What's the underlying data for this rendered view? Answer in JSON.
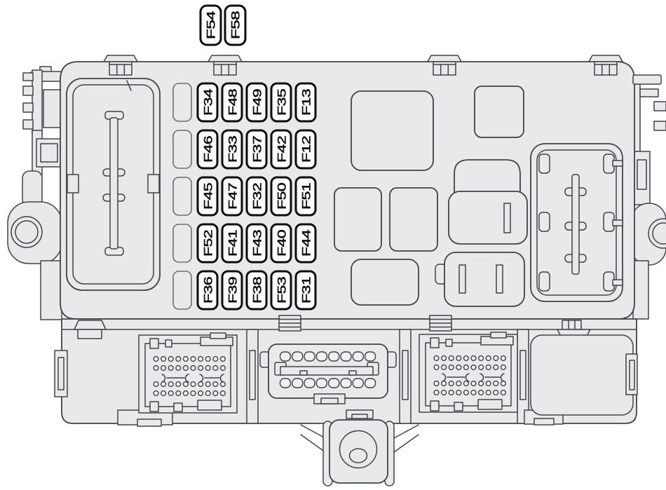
{
  "fuse_box": {
    "top_fuses": [
      "F54",
      "F58"
    ],
    "grid": [
      [
        "F34",
        "F48",
        "F49",
        "F35",
        "F13"
      ],
      [
        "F46",
        "F33",
        "F37",
        "F42",
        "F12"
      ],
      [
        "F45",
        "F47",
        "F32",
        "F50",
        "F51"
      ],
      [
        "F52",
        "F41",
        "F43",
        "F40",
        "F44"
      ],
      [
        "F36",
        "F39",
        "F38",
        "F53",
        "F31"
      ]
    ],
    "empty_slot_count": 5
  },
  "colors": {
    "page_bg": "#ffffff",
    "body_fill": "#e8e9eb",
    "line": "#3f444a",
    "fuse_border": "#0d0d0d",
    "fuse_fill": "#fdfdfd",
    "fuse_text": "#0d0d0d",
    "slot_line": "#6a6f75",
    "pin_fill": "#eff0f2"
  }
}
